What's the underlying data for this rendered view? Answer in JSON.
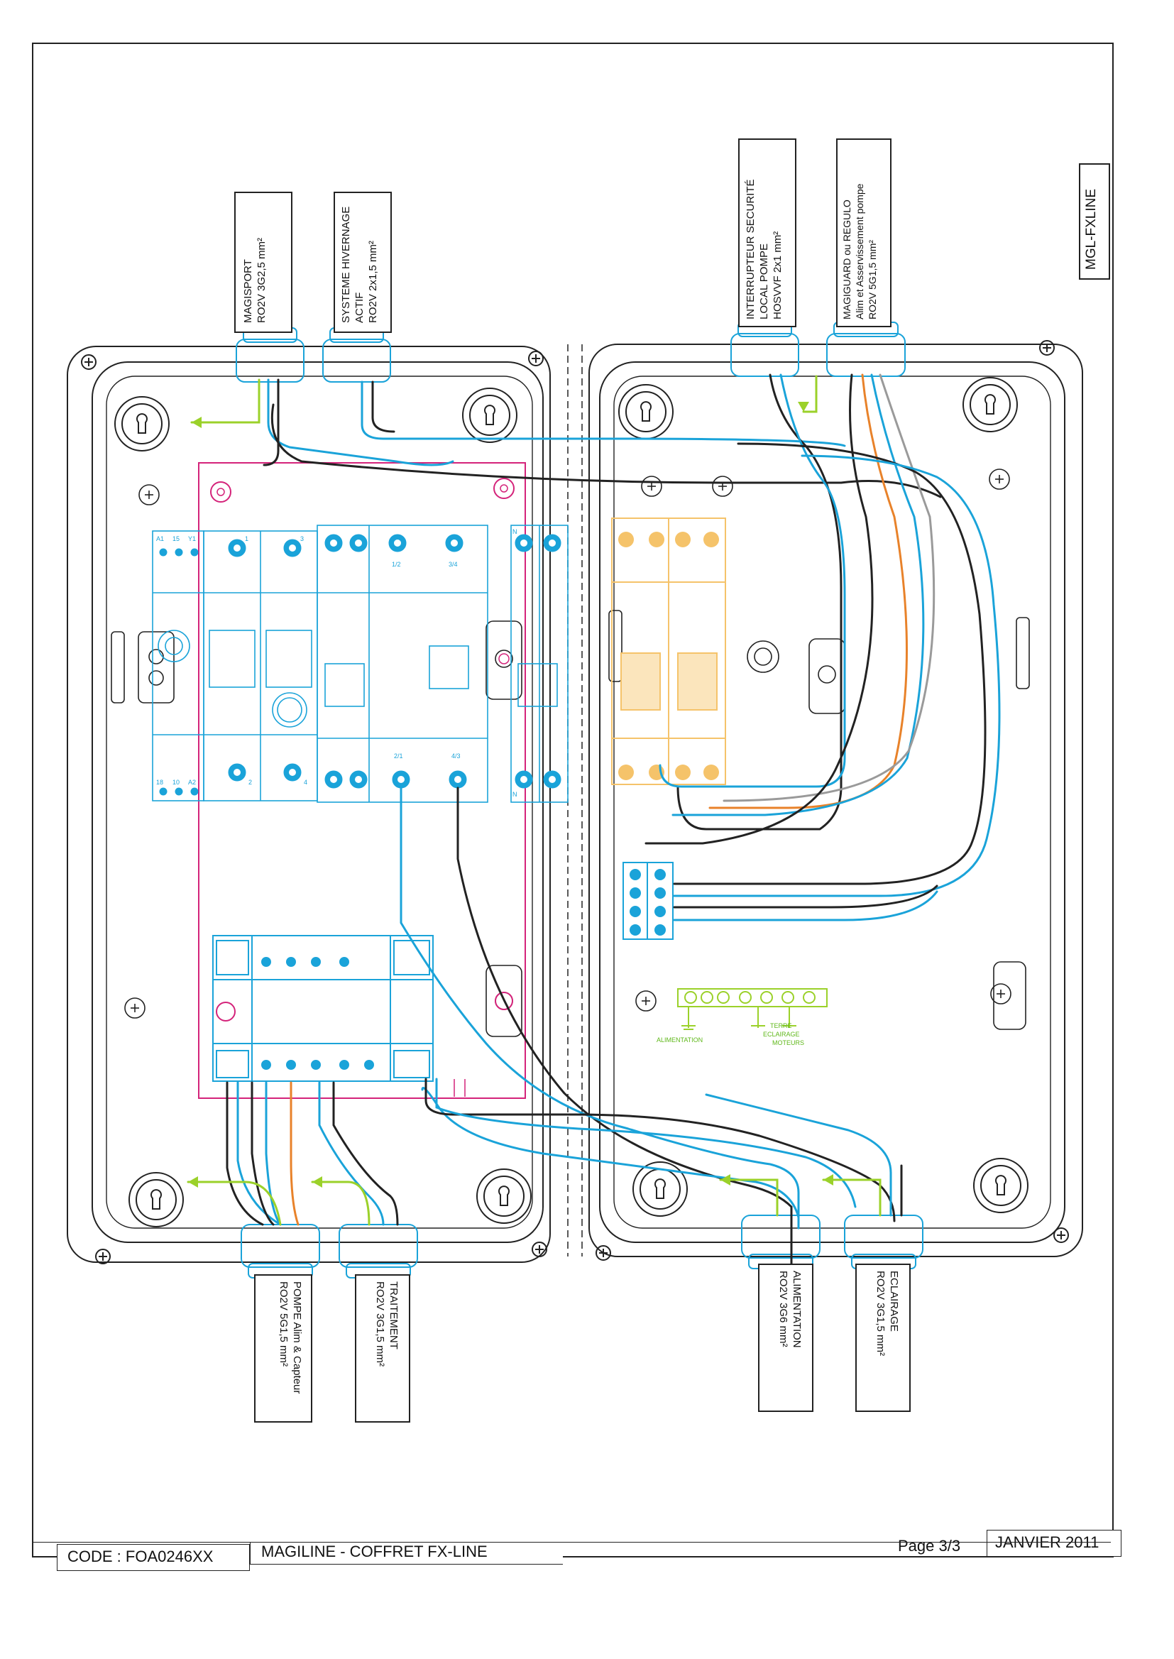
{
  "corner_tag": "MGL-FXLINE",
  "cables_top": [
    {
      "lines": [
        "MAGISPORT",
        "RO2V 3G2,5 mm²"
      ]
    },
    {
      "lines": [
        "SYSTEME HIVERNAGE",
        "ACTIF",
        "RO2V 2x1,5 mm²"
      ]
    },
    {
      "lines": [
        "INTERRUPTEUR SECURITÉ",
        "LOCAL POMPE",
        "HOSVVF 2x1 mm²"
      ]
    },
    {
      "lines": [
        "MAGIGUARD ou REGULO",
        "Alim et Asservissement pompe",
        "RO2V 5G1,5 mm²"
      ]
    }
  ],
  "cables_bottom": [
    {
      "lines": [
        "POMPE Alim & Capteur",
        "RO2V 5G1,5 mm²"
      ]
    },
    {
      "lines": [
        "TRAITEMENT",
        "RO2V 3G1,5 mm²"
      ]
    },
    {
      "lines": [
        "ALIMENTATION",
        "RO2V 3G6 mm²"
      ]
    },
    {
      "lines": [
        "ECLAIRAGE",
        "RO2V 3G1,5 mm²"
      ]
    }
  ],
  "terminal_labels": {
    "timer_top": [
      "A1",
      "15",
      "Y1"
    ],
    "timer_bottom": [
      "18",
      "10",
      "A2"
    ],
    "breaker_top": [
      "1",
      "3"
    ],
    "breaker_bottom": [
      "2",
      "4"
    ],
    "diff_top": [
      "1/2",
      "3/4"
    ],
    "diff_bottom": [
      "2/1",
      "4/3"
    ],
    "neutral": "N"
  },
  "earth_bar_labels": [
    "ALIMENTATION",
    "TERRE",
    "ECLAIRAGE",
    "MOTEURS"
  ],
  "footer": {
    "code": "CODE : FOA0246XX",
    "title": "MAGILINE - COFFRET FX-LINE",
    "page": "Page 3/3",
    "date": "JANVIER 2011"
  },
  "colors": {
    "line": "#222222",
    "cyan": "#1aa3d9",
    "magenta": "#d4237a",
    "orange": "#e8822a",
    "yellow_green": "#9bd12a",
    "breaker_orange": "#f5c36a",
    "grey_wire": "#9a9a9a"
  }
}
